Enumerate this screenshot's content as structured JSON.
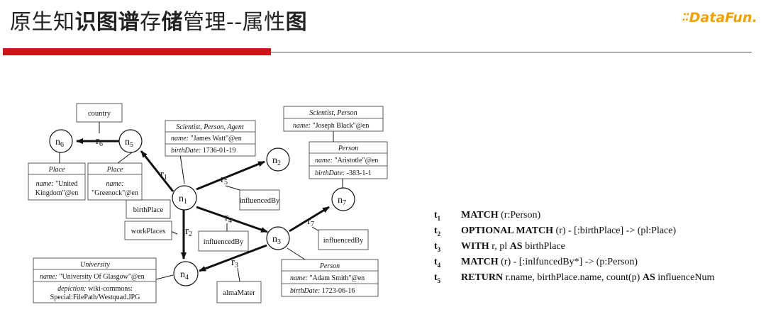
{
  "header": {
    "title_parts": [
      "原生知",
      "识图谱",
      "存",
      "储",
      "管理--属性",
      "图"
    ],
    "logo_text": "DataFun."
  },
  "colors": {
    "accent_red": "#c8161d",
    "logo_orange": "#f0a000"
  },
  "diagram": {
    "nodes": {
      "n1": "n1",
      "n2": "n2",
      "n3": "n3",
      "n4": "n4",
      "n5": "n5",
      "n6": "n6",
      "n7": "n7"
    },
    "edges": {
      "r1": "r1",
      "r2": "r2",
      "r3": "r3",
      "r4": "r4",
      "r5": "r5",
      "r6": "r6",
      "r7": "r7"
    },
    "edge_labels": {
      "country": "country",
      "birthPlace": "birthPlace",
      "workPlaces": "workPlaces",
      "influencedBy_r5": "influencedBy",
      "influencedBy_r4": "influencedBy",
      "influencedBy_r7": "influencedBy",
      "almaMater": "almaMater"
    },
    "boxes": {
      "place_n6": {
        "label": "Place",
        "name_key": "name:",
        "name_val1": "\"United",
        "name_val2": "Kingdom\"@en"
      },
      "place_n5": {
        "label": "Place",
        "name_key": "name:",
        "name_val": "\"Greenock\"@en"
      },
      "n1_prop": {
        "label": "Scientist, Person, Agent",
        "name_key": "name:",
        "name_val": "\"James Watt\"@en",
        "bd_key": "birthDate:",
        "bd_val": "1736-01-19"
      },
      "n2_prop": {
        "label": "Scientist, Person",
        "name_key": "name:",
        "name_val": "\"Joseph Black\"@en"
      },
      "n7_prop": {
        "label": "Person",
        "name_key": "name:",
        "name_val": "\"Aristotle\"@en",
        "bd_key": "birthDate:",
        "bd_val": "-383-1-1"
      },
      "n3_prop": {
        "label": "Person",
        "name_key": "name:",
        "name_val": "\"Adam Smith\"@en",
        "bd_key": "birthDate:",
        "bd_val": "1723-06-16"
      },
      "n4_prop": {
        "label": "University",
        "name_key": "name:",
        "name_val": "\"University Of Glasgow\"@en",
        "dep_key": "depiction:",
        "dep_val": "wiki-commons:",
        "dep_val2": "Special:FilePath/Westquad.JPG"
      }
    }
  },
  "query": [
    {
      "label": "t",
      "sub": "1",
      "kw1": "MATCH",
      "rest1": " (r:Person)",
      "kw2": "",
      "rest2": ""
    },
    {
      "label": "t",
      "sub": "2",
      "kw1": "OPTIONAL MATCH",
      "rest1": " (r) - [:birthPlace] -> (pl:Place)",
      "kw2": "",
      "rest2": ""
    },
    {
      "label": "t",
      "sub": "3",
      "kw1": "WITH",
      "rest1": " r, pl ",
      "kw2": "AS",
      "rest2": " birthPlace"
    },
    {
      "label": "t",
      "sub": "4",
      "kw1": "MATCH",
      "rest1": " (r) - [:inlfuncedBy*] -> (p:Person)",
      "kw2": "",
      "rest2": ""
    },
    {
      "label": "t",
      "sub": "5",
      "kw1": "RETURN",
      "rest1": " r.name, birthPlace.name, count(p) ",
      "kw2": "AS",
      "rest2": " influenceNum"
    }
  ]
}
